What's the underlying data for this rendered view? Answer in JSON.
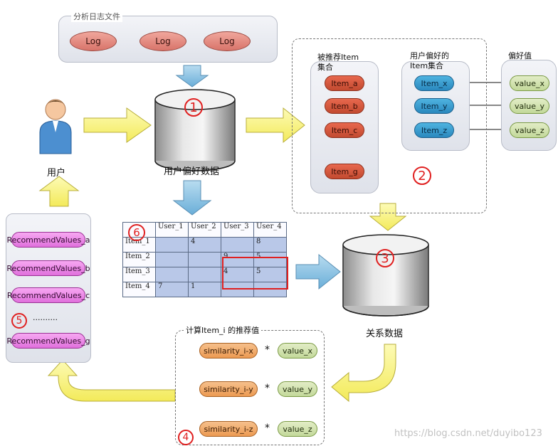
{
  "log_panel": {
    "title": "分析日志文件",
    "logs": [
      "Log",
      "Log",
      "Log"
    ]
  },
  "user": {
    "label": "用户"
  },
  "db1": {
    "number": "1",
    "label": "用户偏好数据"
  },
  "pref_group": {
    "number": "2",
    "recommended": {
      "title_line1": "被推荐Item",
      "title_line2": "集合",
      "items": [
        "Item_a",
        "Item_b",
        "Item_c",
        "Item_g"
      ]
    },
    "user_pref": {
      "title_line1": "用户偏好的",
      "title_line2": "Item集合",
      "items": [
        "Item_x",
        "Item_y",
        "Item_z"
      ]
    },
    "values": {
      "title": "偏好值",
      "items": [
        "value_x",
        "value_y",
        "value_z"
      ]
    }
  },
  "db3": {
    "number": "3",
    "label": "关系数据"
  },
  "matrix": {
    "number": "6",
    "columns": [
      "User_1",
      "User_2",
      "User_3",
      "User_4"
    ],
    "rows": [
      {
        "name": "Item_1",
        "cells": [
          "",
          "4",
          "",
          "8"
        ]
      },
      {
        "name": "Item_2",
        "cells": [
          "",
          "",
          "9",
          "5"
        ]
      },
      {
        "name": "Item_3",
        "cells": [
          "",
          "",
          "4",
          "5"
        ]
      },
      {
        "name": "Item_4",
        "cells": [
          "7",
          "1",
          "",
          ""
        ]
      }
    ]
  },
  "calc": {
    "number": "4",
    "title": "计算Item_i 的推荐值",
    "rows": [
      {
        "sim": "similarity_i-x",
        "op": "*",
        "val": "value_x"
      },
      {
        "sim": "similarity_i-y",
        "op": "*",
        "val": "value_y"
      },
      {
        "sim": "similarity_i-z",
        "op": "*",
        "val": "value_z"
      }
    ]
  },
  "recommend": {
    "number": "5",
    "items": [
      "RecommendValues_a",
      "RecommendValues_b",
      "RecommendValues_c"
    ],
    "ellipsis": "..........",
    "last": "RecommendValues_g"
  },
  "watermark": "https://blog.csdn.net/duyibo123",
  "colors": {
    "arrow_yellow": "#fbf48a",
    "arrow_blue": "#8fc4e4",
    "marker_red": "#e02020"
  }
}
